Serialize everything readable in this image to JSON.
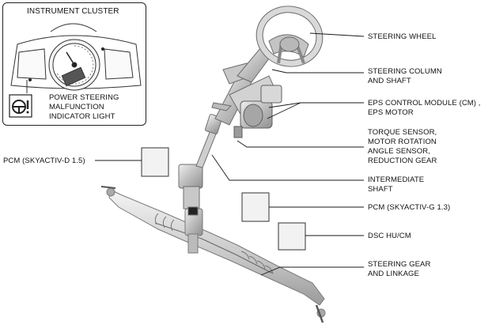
{
  "instrument_cluster": {
    "title": "INSTRUMENT CLUSTER",
    "indicator_label_lines": [
      "POWER STEERING",
      "MALFUNCTION",
      "INDICATOR LIGHT"
    ]
  },
  "labels": {
    "steering_wheel": [
      "STEERING WHEEL"
    ],
    "steering_column": [
      "STEERING COLUMN",
      "AND SHAFT"
    ],
    "eps_module": [
      "EPS CONTROL MODULE (CM) ,",
      "EPS MOTOR"
    ],
    "torque_sensor": [
      "TORQUE SENSOR,",
      "MOTOR ROTATION",
      "ANGLE SENSOR,",
      "REDUCTION GEAR"
    ],
    "intermediate_shaft": [
      "INTERMEDIATE",
      "SHAFT"
    ],
    "pcm_diesel": [
      "PCM (SKYACTIV-D 1.5)"
    ],
    "pcm_gasoline": [
      "PCM (SKYACTIV-G 1.3)"
    ],
    "dsc": [
      "DSC HU/CM"
    ],
    "steering_gear": [
      "STEERING GEAR",
      "AND LINKAGE"
    ]
  },
  "icons": {
    "indicator": "steering-warning-icon"
  },
  "colors": {
    "line": "#1a1a1a",
    "component_fill": "#d9d9d9",
    "component_stroke": "#8c8c8c",
    "module_fill": "#f2f2f2"
  }
}
